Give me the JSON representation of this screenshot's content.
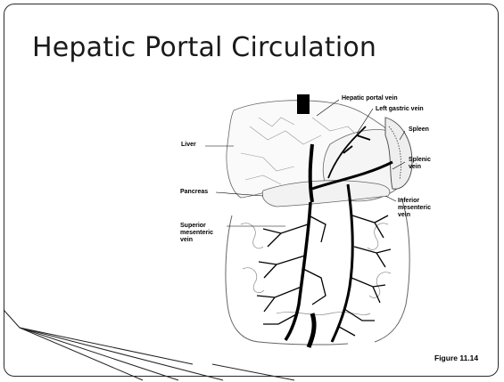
{
  "slide": {
    "title": "Hepatic Portal Circulation",
    "figure_caption": "Figure 11.14"
  },
  "diagram": {
    "labels": {
      "hepatic_portal_vein": "Hepatic portal vein",
      "left_gastric_vein": "Left gastric vein",
      "spleen": "Spleen",
      "splenic_vein": "Splenic\nvein",
      "liver": "Liver",
      "pancreas": "Pancreas",
      "inferior_mesenteric_vein": "Inferior\nmesenteric\nvein",
      "superior_mesenteric_vein": "Superior\nmesenteric\nvein"
    },
    "colors": {
      "vein": "#000000",
      "outline": "#555555",
      "line": "#000000"
    }
  }
}
